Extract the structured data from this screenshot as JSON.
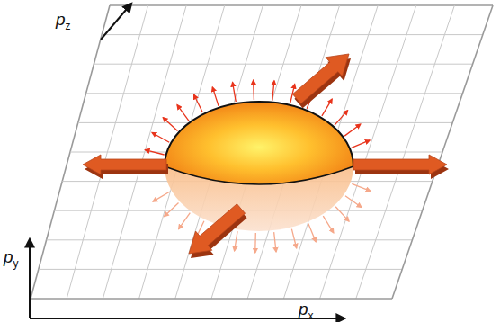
{
  "diagram": {
    "labels": [
      "pz",
      "py",
      "px"
    ]
  }
}
